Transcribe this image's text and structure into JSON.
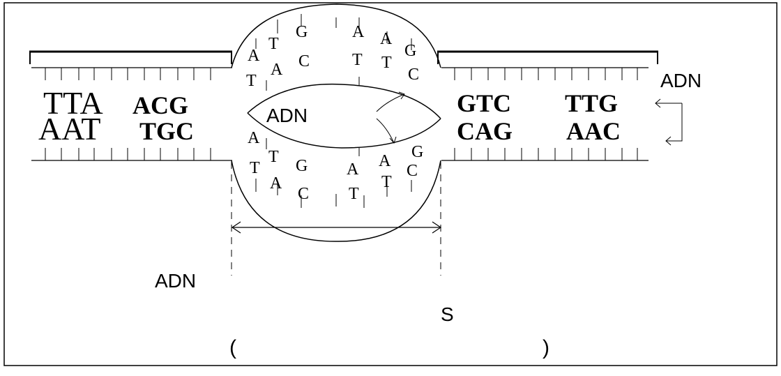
{
  "labels": {
    "top_right": "ADN",
    "center": "ADN",
    "bottom_left": "ADN",
    "bottom_s": "S",
    "paren_open": "(",
    "paren_close": ")"
  },
  "left_duplex": {
    "top_seq_a": "TTA",
    "top_seq_b": "ACG",
    "bottom_seq_a": "AAT",
    "bottom_seq_b": "TGC"
  },
  "right_duplex": {
    "top_seq_a": "GTC",
    "top_seq_b": "TTG",
    "bottom_seq_a": "CAG",
    "bottom_seq_b": "AAC"
  },
  "bubble_upper_bases": [
    "A",
    "T",
    "A",
    "T",
    "G",
    "C",
    "A",
    "T",
    "A",
    "T",
    "G",
    "C"
  ],
  "bubble_lower_bases": [
    "A",
    "T",
    "T",
    "A",
    "G",
    "C",
    "A",
    "T",
    "A",
    "T",
    "G",
    "C"
  ]
}
